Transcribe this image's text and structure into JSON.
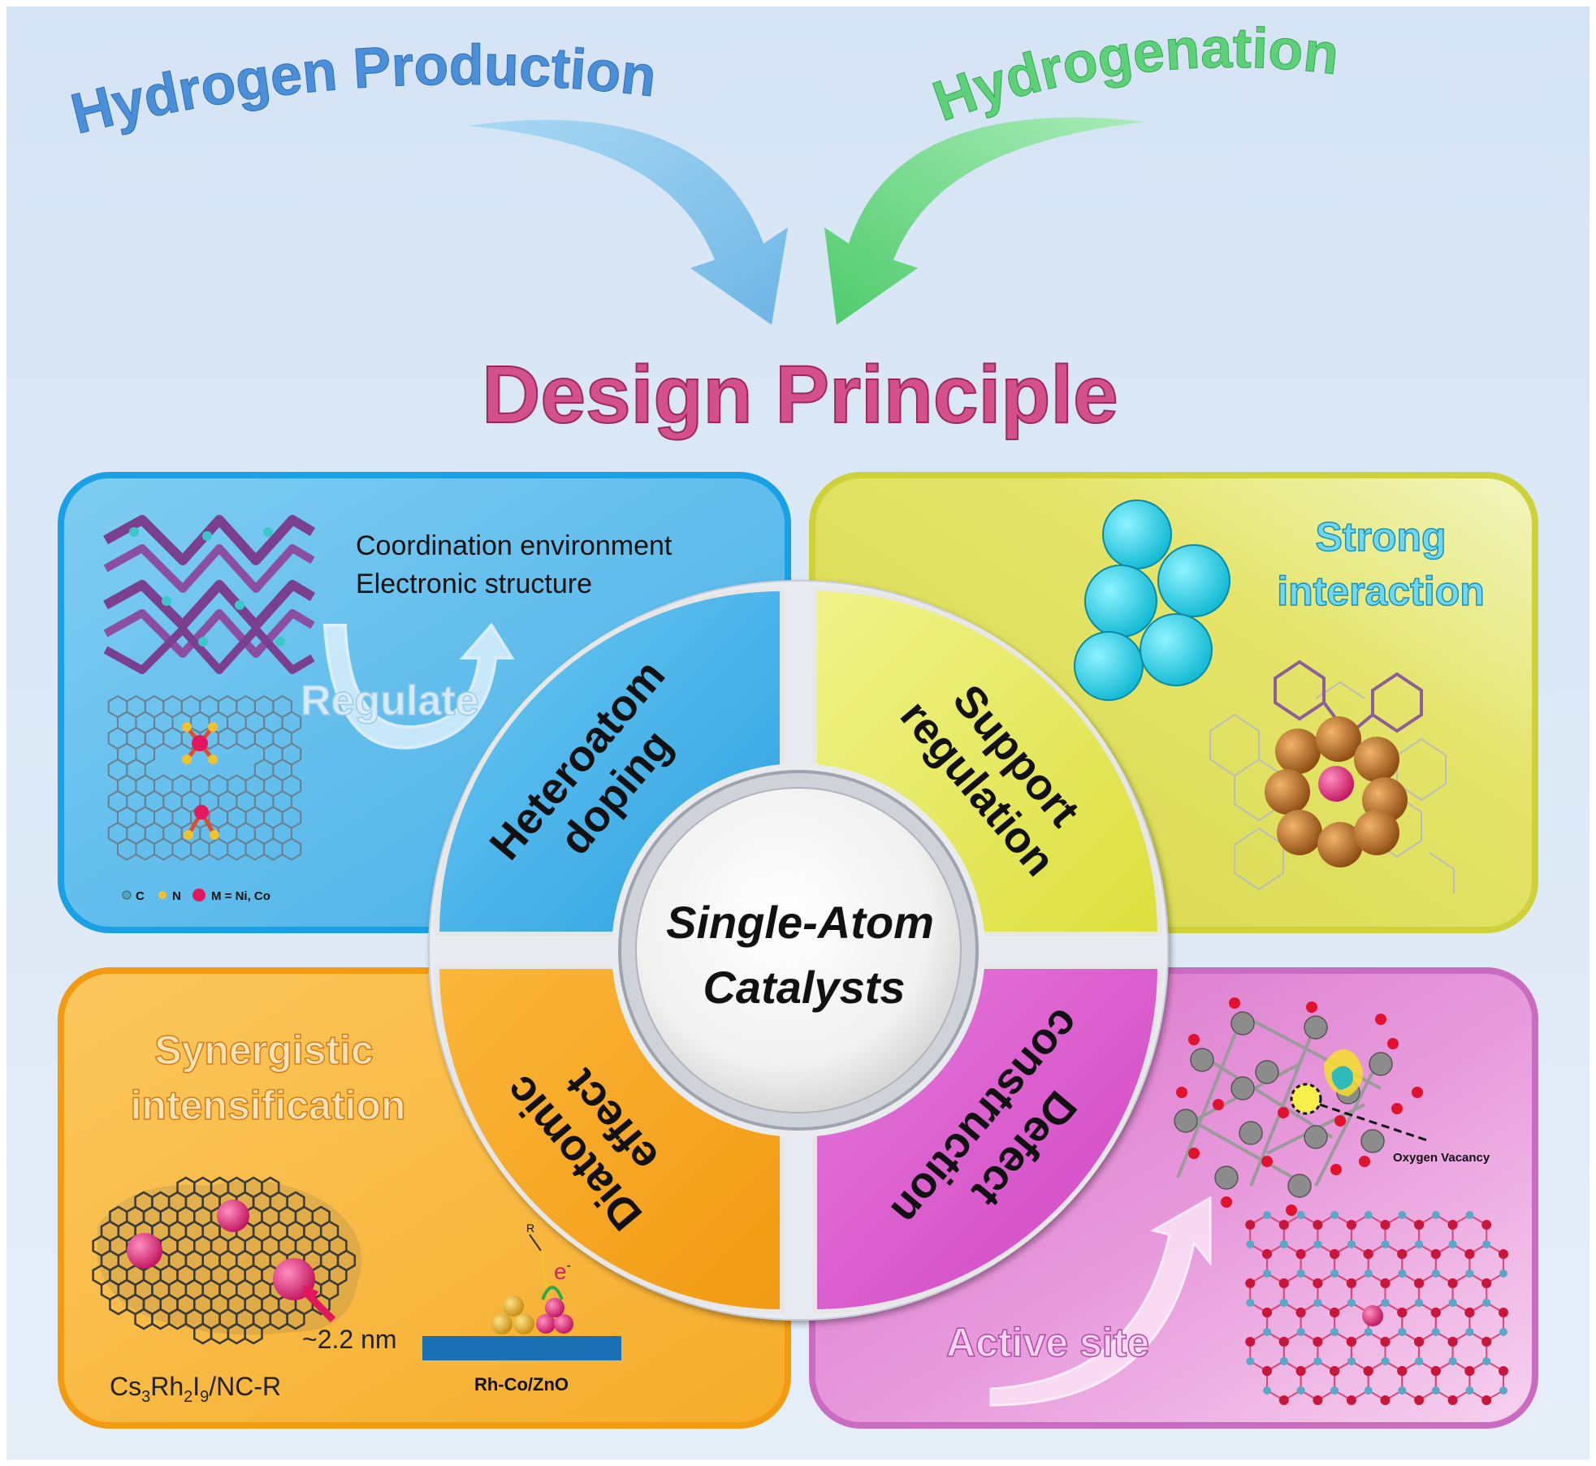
{
  "header": {
    "left_title": "Hydrogen Production",
    "right_title": "Hydrogenation",
    "main_title": "Design Principle"
  },
  "center": {
    "line1": "Single-Atom",
    "line2": "Catalysts"
  },
  "quadrants": {
    "top_left": {
      "sector_line1": "Heteroatom",
      "sector_line2": "doping",
      "note_line1": "Coordination environment",
      "note_line2": "Electronic structure",
      "arrow_label": "Regulate",
      "legend_c": "C",
      "legend_n": "N",
      "legend_m": "M = Ni, Co"
    },
    "top_right": {
      "sector_line1": "Support",
      "sector_line2": "regulation",
      "label_line1": "Strong",
      "label_line2": "interaction"
    },
    "bottom_left": {
      "sector_line1": "Diatomic",
      "sector_line2": "effect",
      "label_line1": "Synergistic",
      "label_line2": "intensification",
      "size_label": "~2.2 nm",
      "formula_cs": "Cs",
      "formula_cs_sub": "3",
      "formula_rh": "Rh",
      "formula_rh_sub": "2",
      "formula_i": "I",
      "formula_i_sub": "9",
      "formula_tail": "/NC-R",
      "substrate_label": "Rh-Co/ZnO",
      "r_label": "R",
      "electron_label": "e",
      "electron_sup": "-"
    },
    "bottom_right": {
      "sector_line1": "Defect",
      "sector_line2": "construction",
      "vacancy_label": "Oxygen Vacancy",
      "arrow_label": "Active site"
    }
  },
  "colors": {
    "background": "#dce8f6",
    "blue_panel": "#5fbcec",
    "yellow_panel": "#e2e366",
    "orange_panel": "#f8b844",
    "magenta_panel": "#e58ad7",
    "title_pink": "#d44d88",
    "arrow_blue": "#7cc0ea",
    "arrow_green": "#62d47c"
  }
}
